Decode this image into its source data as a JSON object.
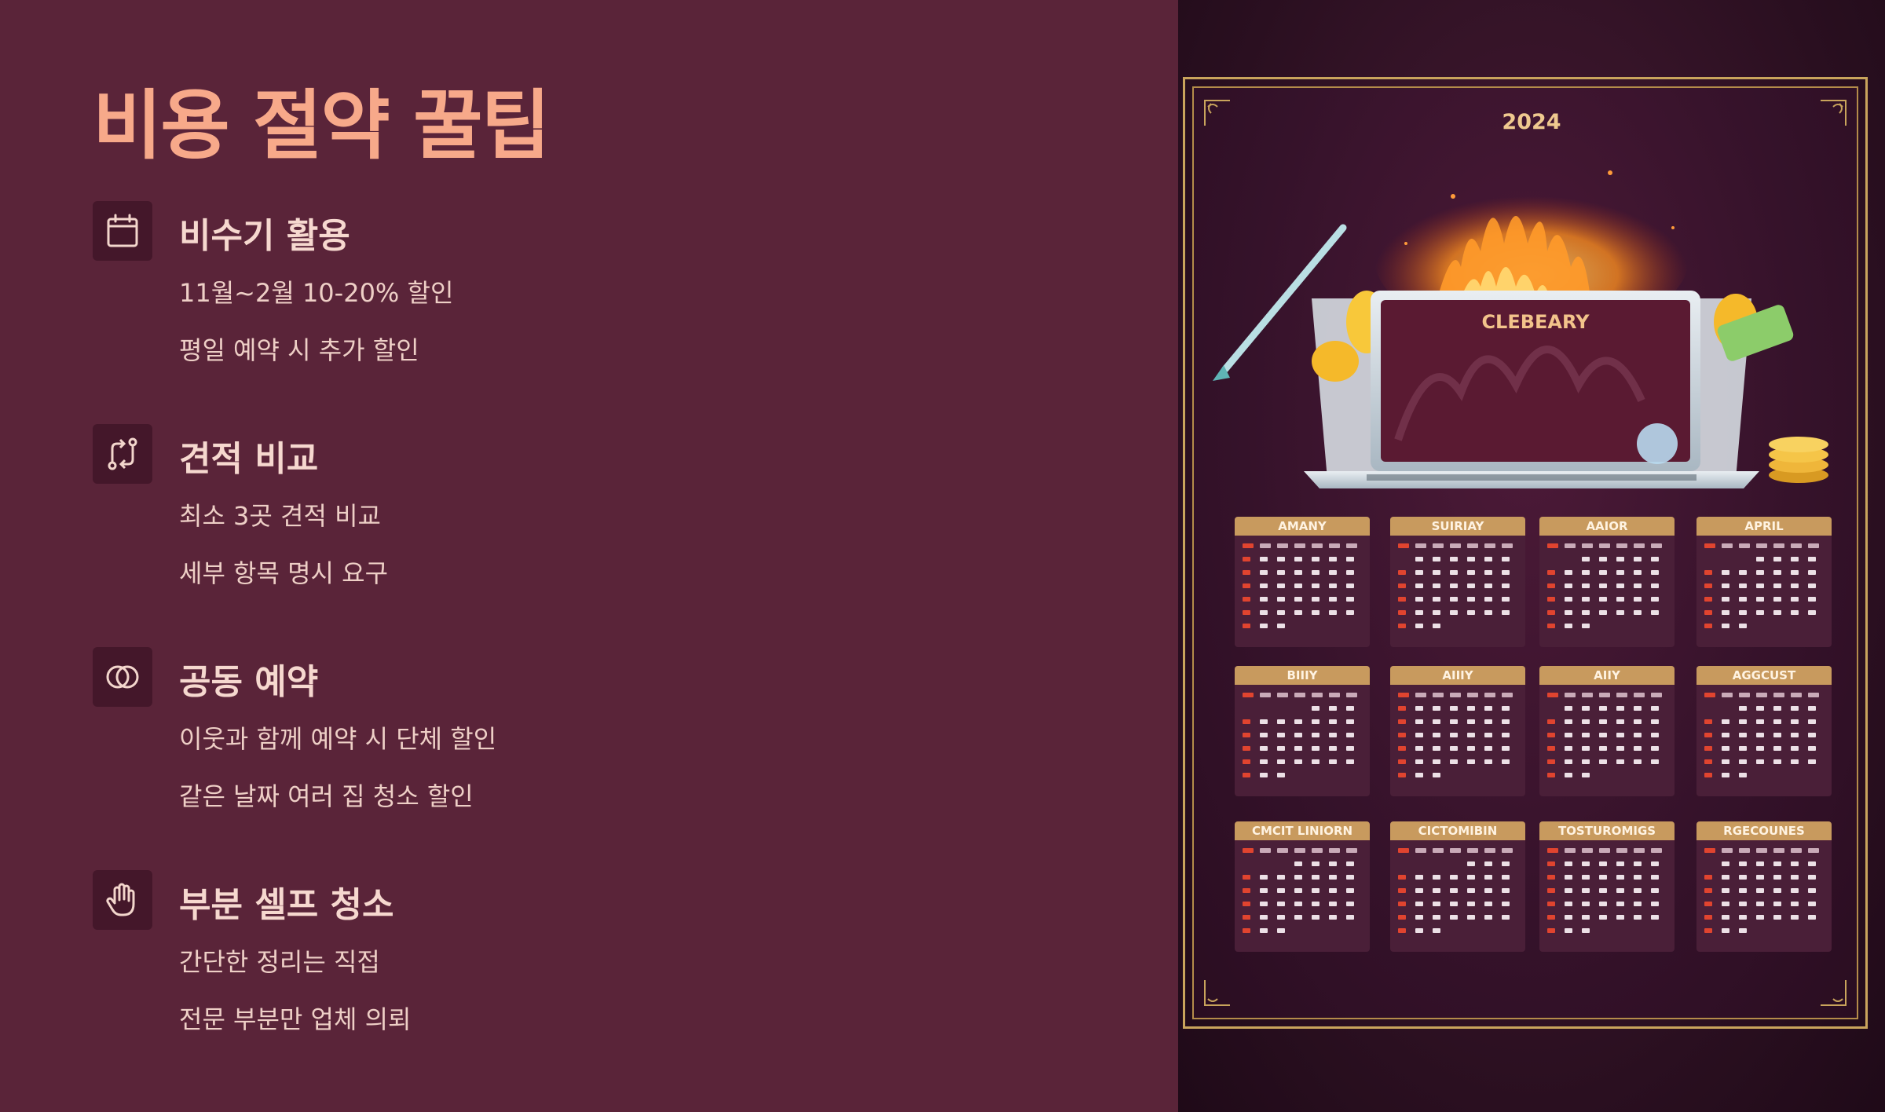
{
  "slide": {
    "title": "비용 절약 꿀팁",
    "tips": [
      {
        "icon": "calendar-icon",
        "title": "비수기 활용",
        "lines": [
          "11월~2월 10-20% 할인",
          "평일 예약 시 추가 할인"
        ]
      },
      {
        "icon": "compare-arrows-icon",
        "title": "견적 비교",
        "lines": [
          "최소 3곳 견적 비교",
          "세부 항목 명시 요구"
        ]
      },
      {
        "icon": "overlapping-circles-icon",
        "title": "공동 예약",
        "lines": [
          "이웃과 함께 예약 시 단체 할인",
          "같은 날짜 여러 집 청소 할인"
        ]
      },
      {
        "icon": "hand-icon",
        "title": "부분 셀프 청소",
        "lines": [
          "간단한 정리는 직접",
          "전문 부분만 업체 의뢰"
        ]
      }
    ]
  },
  "poster": {
    "year": "2024",
    "screen_text": "CLEBEARY",
    "months": [
      "AMANY",
      "SUIRIAY",
      "AAIOR",
      "APRIL",
      "BIIIY",
      "AIIIY",
      "AIIY",
      "AGGCUST",
      "CMCIT LINIORN",
      "CICTOMIBIN",
      "TOSTUROMIGS",
      "RGECOUNES"
    ]
  },
  "colors": {
    "background": "#5a2439",
    "title": "#f7a98a",
    "tip_title": "#f6d8cf",
    "tip_text": "#eecfc6",
    "icon_box": "#44172a",
    "gold": "#c89a5e"
  }
}
